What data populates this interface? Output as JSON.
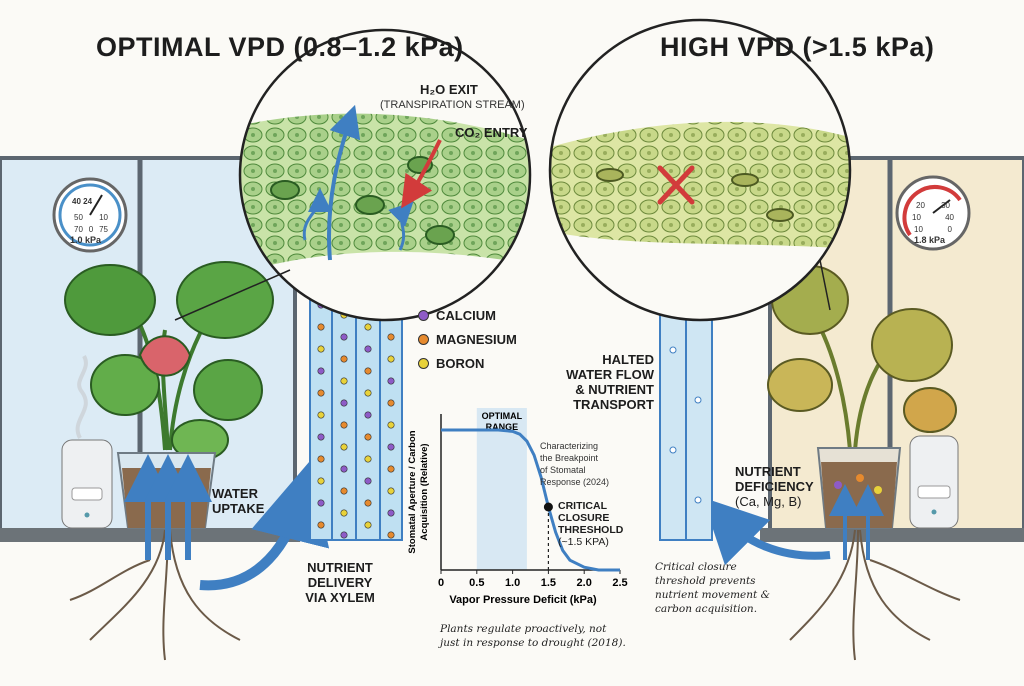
{
  "left": {
    "title": "OPTIMAL VPD (0.8–1.2 kPa)",
    "gauge_reading": "1.0 kPa",
    "gauge_ticks": [
      "40",
      "24",
      "50",
      "10",
      "70",
      "0",
      "75"
    ],
    "h2o_exit": "H₂O EXIT",
    "h2o_exit_sub": "(TRANSPIRATION STREAM)",
    "co2_entry": "CO₂ ENTRY",
    "water_uptake": [
      "WATER",
      "UPTAKE"
    ],
    "nutrient_delivery": [
      "NUTRIENT",
      "DELIVERY",
      "VIA XYLEM"
    ]
  },
  "legend": [
    {
      "name": "CALCIUM",
      "color": "#8e5bc7"
    },
    {
      "name": "MAGNESIUM",
      "color": "#e68a2e"
    },
    {
      "name": "BORON",
      "color": "#e8d23a"
    }
  ],
  "right": {
    "title": "HIGH VPD (>1.5 kPa)",
    "gauge_reading": "1.8 kPa",
    "gauge_ticks": [
      "20",
      "30",
      "10",
      "40",
      "10",
      "0"
    ],
    "halted": [
      "HALTED",
      "WATER FLOW",
      "& NUTRIENT",
      "TRANSPORT"
    ],
    "deficiency": [
      "NUTRIENT",
      "DEFICIENCY"
    ],
    "deficiency_sub": "(Ca, Mg, B)",
    "note": [
      "Critical closure",
      "threshold prevents",
      "nutrient movement &",
      "carbon acquisition."
    ]
  },
  "chart_data": {
    "type": "line",
    "title": "",
    "xlabel": "Vapor Pressure Deficit (kPa)",
    "ylabel": [
      "Stomatal Aperture / Carbon",
      "Acquisition (Relative)"
    ],
    "xlim": [
      0,
      2.5
    ],
    "x_ticks": [
      "0",
      "0.5",
      "1.0",
      "1.5",
      "2.0",
      "2.5"
    ],
    "series": [
      {
        "x": [
          0,
          0.5,
          0.8,
          1.0,
          1.1,
          1.2,
          1.3,
          1.4,
          1.5,
          1.6,
          1.7,
          1.8,
          2.0,
          2.2,
          2.5
        ],
        "y": [
          1.0,
          1.0,
          1.0,
          0.99,
          0.97,
          0.92,
          0.82,
          0.66,
          0.45,
          0.27,
          0.14,
          0.07,
          0.02,
          0.0,
          0.0
        ]
      }
    ],
    "optimal_range": [
      0.5,
      1.2
    ],
    "optimal_label": [
      "OPTIMAL",
      "RANGE"
    ],
    "threshold": {
      "x": 1.5,
      "y": 0.45
    },
    "annotation": [
      "Characterizing",
      "the Breakpoint",
      "of Stomatal",
      "Response (2024)"
    ],
    "threshold_label": [
      "CRITICAL",
      "CLOSURE",
      "THRESHOLD",
      "(~1.5 kPa)"
    ],
    "grid": false
  },
  "bottom_note": [
    "Plants regulate proactively, not",
    "just in response to drought (2018)."
  ]
}
